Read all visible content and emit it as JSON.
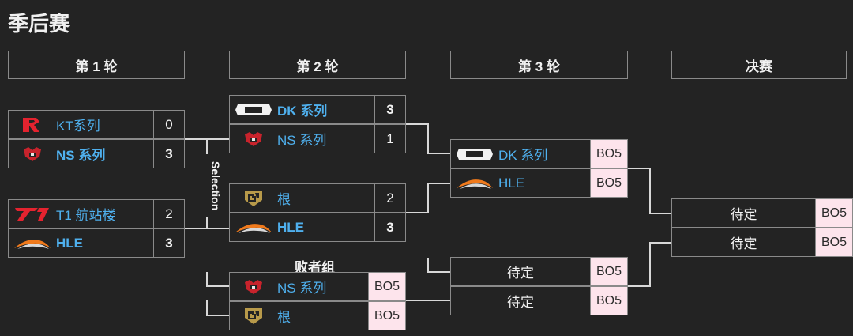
{
  "title": "季后赛",
  "rounds": [
    "第 1 轮",
    "第 2 轮",
    "第 3 轮",
    "决赛"
  ],
  "selection_label": "Selection",
  "losers_group_label": "败者组",
  "matches": {
    "r1_a": [
      {
        "team": "KT系列",
        "score": "0",
        "logo": "kt-logo-icon",
        "win": false
      },
      {
        "team": "NS 系列",
        "score": "3",
        "logo": "ns-logo-icon",
        "win": true
      }
    ],
    "r1_b": [
      {
        "team": "T1 航站楼",
        "score": "2",
        "logo": "t1-logo-icon",
        "win": false
      },
      {
        "team": "HLE",
        "score": "3",
        "logo": "hle-logo-icon",
        "win": true
      }
    ],
    "r2_a": [
      {
        "team": "DK 系列",
        "score": "3",
        "logo": "dk-logo-icon",
        "win": true
      },
      {
        "team": "NS 系列",
        "score": "1",
        "logo": "ns-logo-icon",
        "win": false
      }
    ],
    "r2_b": [
      {
        "team": "根",
        "score": "2",
        "logo": "gen-logo-icon",
        "win": false
      },
      {
        "team": "HLE",
        "score": "3",
        "logo": "hle-logo-icon",
        "win": true
      }
    ],
    "r2_losers": [
      {
        "team": "NS 系列",
        "score": "BO5",
        "logo": "ns-logo-icon"
      },
      {
        "team": "根",
        "score": "BO5",
        "logo": "gen-logo-icon"
      }
    ],
    "r3_a": [
      {
        "team": "DK 系列",
        "score": "BO5",
        "logo": "dk-logo-icon"
      },
      {
        "team": "HLE",
        "score": "BO5",
        "logo": "hle-logo-icon"
      }
    ],
    "r3_b": [
      {
        "team": "待定",
        "score": "BO5"
      },
      {
        "team": "待定",
        "score": "BO5"
      }
    ],
    "final": [
      {
        "team": "待定",
        "score": "BO5"
      },
      {
        "team": "待定",
        "score": "BO5"
      }
    ]
  },
  "colors": {
    "team_name": "#4fb0ee",
    "bo_badge_bg": "#fde4ec",
    "border": "#8a8a8a",
    "bg": "#232323"
  }
}
